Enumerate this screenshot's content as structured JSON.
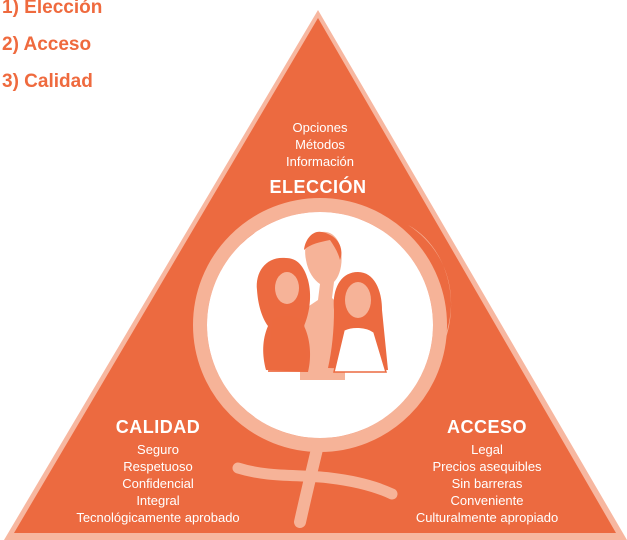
{
  "list": [
    "1) Elección",
    "2) Acceso",
    "3) Calidad"
  ],
  "top": {
    "items": [
      "Opciones",
      "Métodos",
      "Información"
    ],
    "heading": "ELECCIÓN"
  },
  "left": {
    "heading": "CALIDAD",
    "items": [
      "Seguro",
      "Respetuoso",
      "Confidencial",
      "Integral",
      "Tecnológicamente aprobado"
    ]
  },
  "right": {
    "heading": "ACCESO",
    "items": [
      "Legal",
      "Precios asequibles",
      "Sin barreras",
      "Conveniente",
      "Culturalmente apropiado"
    ]
  },
  "colors": {
    "triangle": "#ec6a40",
    "border": "#f7b7a0",
    "ring": "#f6b398",
    "circle": "#ffffff",
    "list_text": "#ef6a3e"
  },
  "icons": [
    "female-symbol-icon",
    "women-group-illustration"
  ]
}
